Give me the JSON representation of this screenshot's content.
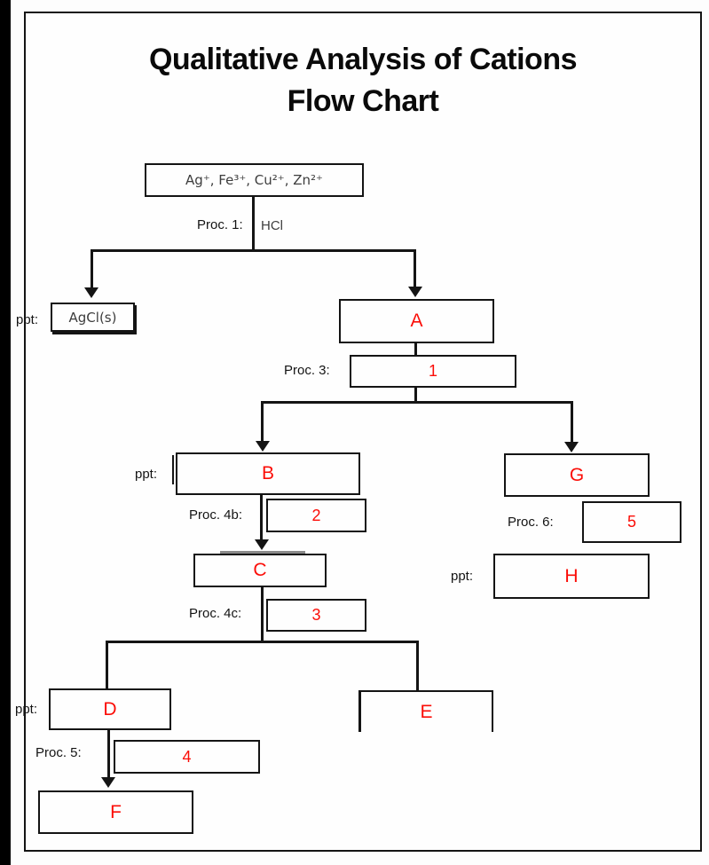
{
  "title": {
    "line1": "Qualitative Analysis of Cations",
    "line2": "Flow Chart"
  },
  "colors": {
    "accent_red": "#fb0d07",
    "line_black": "#141414",
    "chem_text_gray": "#3d3d3d"
  },
  "flowchart": {
    "start_box": {
      "label": "Ag⁺, Fe³⁺, Cu²⁺, Zn²⁺"
    },
    "proc1": {
      "label": "Proc. 1:",
      "reagent": "HCl"
    },
    "agcl": {
      "ppt_label": "ppt:",
      "box_label": "AgCl(s)"
    },
    "box_a": {
      "label": "A"
    },
    "proc3": {
      "label": "Proc. 3:"
    },
    "box_1": {
      "label": "1"
    },
    "b_branch": {
      "ppt_label": "ppt:",
      "box_label": "B"
    },
    "proc4b": {
      "label": "Proc. 4b:"
    },
    "box_2": {
      "label": "2"
    },
    "box_c": {
      "label": "C"
    },
    "proc4c": {
      "label": "Proc. 4c:"
    },
    "box_3": {
      "label": "3"
    },
    "d_branch": {
      "ppt_label": "ppt:",
      "box_label": "D"
    },
    "proc5": {
      "label": "Proc. 5:"
    },
    "box_4": {
      "label": "4"
    },
    "box_f": {
      "label": "F"
    },
    "box_e": {
      "label": "E"
    },
    "box_g": {
      "label": "G"
    },
    "proc6": {
      "label": "Proc. 6:"
    },
    "box_5": {
      "label": "5"
    },
    "h_branch": {
      "ppt_label": "ppt:",
      "box_label": "H"
    }
  }
}
